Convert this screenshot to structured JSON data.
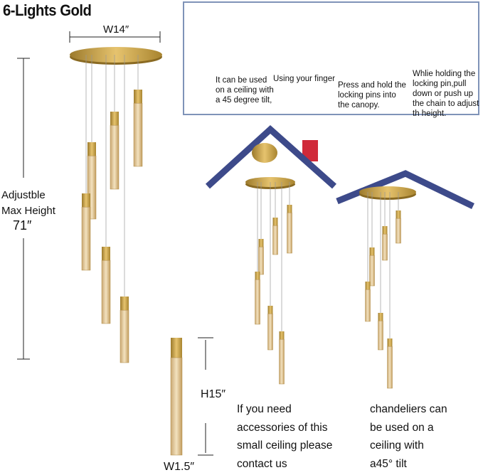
{
  "title": "6-Lights Gold",
  "dimensions": {
    "width_canopy": "W14″",
    "height_label_line1": "Adjustble",
    "height_label_line2": "Max Height",
    "height_value": "71″",
    "pendant_height": "H15″",
    "pendant_width": "W1.5″"
  },
  "install_steps": [
    {
      "text": "It can be used\non a ceiling with\n a 45 degree tilt,"
    },
    {
      "text": "Using your finger"
    },
    {
      "text": "Press and hold the\n locking pins into\n the canopy."
    },
    {
      "text": "Whlie holding the\nlocking pin,pull\ndown or push up\nthe chain to adjust\nth height."
    }
  ],
  "notes": {
    "accessories": "If you need\naccessories of this\n small ceiling please\n contact us",
    "tilt": "chandeliers can\nbe used on a\nceiling with\na45°  tilt"
  },
  "colors": {
    "gold": "#c9a24a",
    "roof": "#3d4a8a",
    "chimney": "#d02a3a",
    "box_border": "#7f93b8"
  }
}
